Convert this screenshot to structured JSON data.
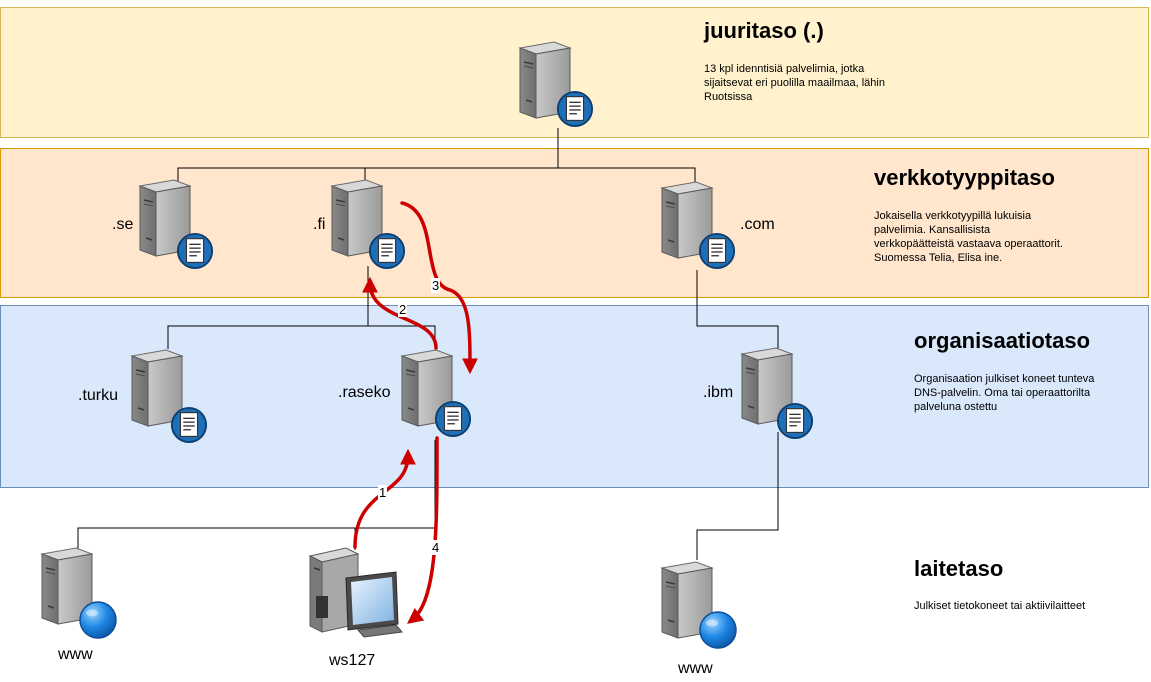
{
  "levels": {
    "root": {
      "title": "juuritaso (.)",
      "description": "13 kpl idenntisiä palvelimia, jotka sijaitsevat eri puolilla maailmaa, lähin Ruotsissa"
    },
    "tld": {
      "title": "verkkotyyppitaso",
      "description": "Jokaisella verkkotyypillä lukuisia palvelimia. Kansallisista verkkopäätteistä vastaava operaattorit. Suomessa Telia, Elisa ine."
    },
    "org": {
      "title": "organisaatiotaso",
      "description": "Organisaation julkiset koneet tunteva DNS-palvelin. Oma tai operaattorilta palveluna ostettu"
    },
    "device": {
      "title": "laitetaso",
      "description": "Julkiset tietokoneet tai aktiivilaitteet"
    }
  },
  "nodes": {
    "se": ".se",
    "fi": ".fi",
    "com": ".com",
    "turku": ".turku",
    "raseko": ".raseko",
    "ibm": ".ibm",
    "www_left": "www",
    "ws127": "ws127",
    "www_right": "www"
  },
  "steps": [
    "1",
    "2",
    "3",
    "4"
  ],
  "colors": {
    "root_band": "#fff2cc",
    "tld_band": "#ffe6cc",
    "org_band": "#dae8fc",
    "arrow": "#cc0000"
  },
  "icons": {
    "dns_server": "server-with-document-icon",
    "web_server": "server-with-globe-icon",
    "workstation": "workstation-icon"
  }
}
